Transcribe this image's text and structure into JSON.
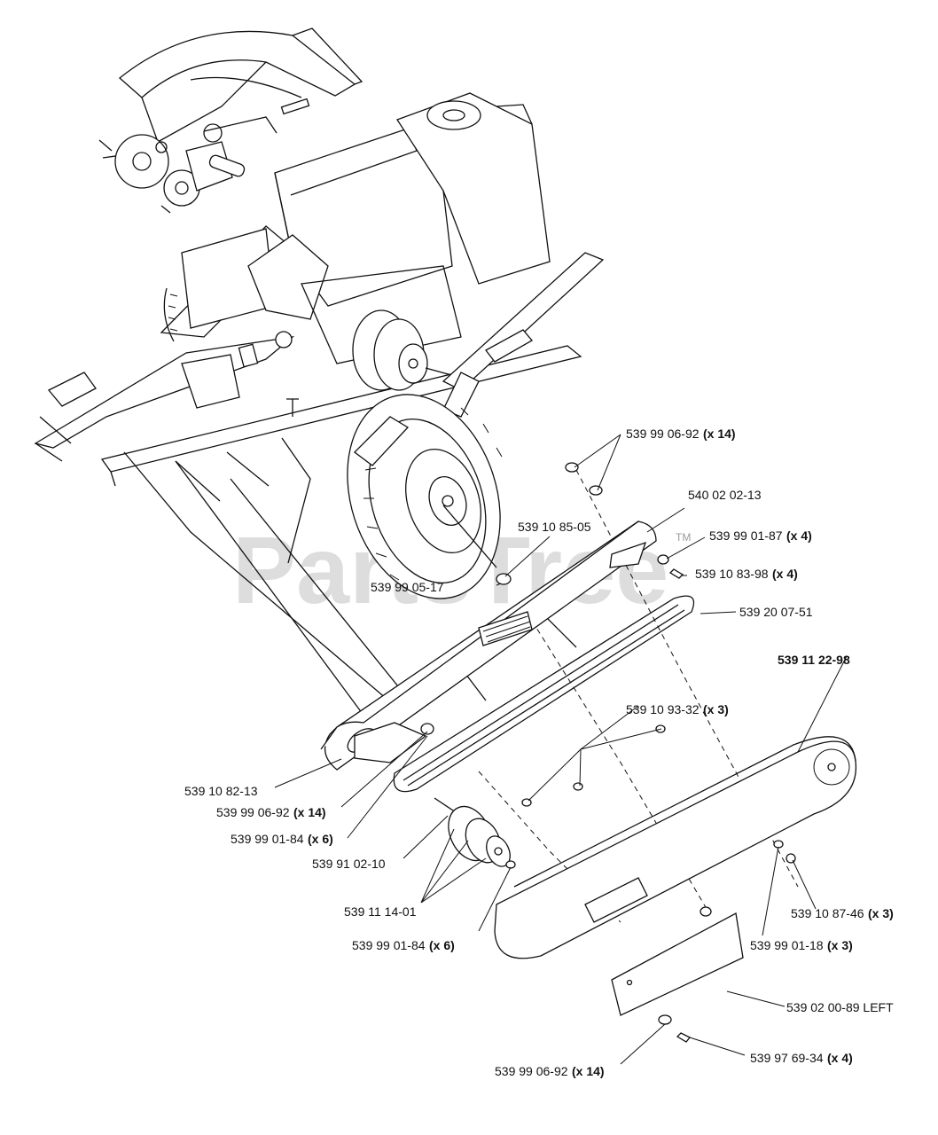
{
  "watermark": {
    "text": "PartsTree",
    "trademark": "TM"
  },
  "labels": [
    {
      "id": "l1",
      "part": "539 99 06-92",
      "qty": "(x 14)"
    },
    {
      "id": "l2",
      "part": "540 02 02-13",
      "qty": ""
    },
    {
      "id": "l3",
      "part": "539 99 01-87",
      "qty": "(x 4)"
    },
    {
      "id": "l4",
      "part": "539 10 85-05",
      "qty": ""
    },
    {
      "id": "l5",
      "part": "539 10 83-98",
      "qty": "(x 4)"
    },
    {
      "id": "l6",
      "part": "539 99 05-17",
      "qty": ""
    },
    {
      "id": "l7",
      "part": "539 20 07-51",
      "qty": ""
    },
    {
      "id": "l8",
      "part": "539 11 22-98",
      "qty": ""
    },
    {
      "id": "l9",
      "part": "539 10 93-32",
      "qty": "(x 3)"
    },
    {
      "id": "l10",
      "part": "539 10 82-13",
      "qty": ""
    },
    {
      "id": "l11",
      "part": "539 99 06-92",
      "qty": "(x 14)"
    },
    {
      "id": "l12",
      "part": "539 99 01-84",
      "qty": "(x 6)"
    },
    {
      "id": "l13",
      "part": "539 91 02-10",
      "qty": ""
    },
    {
      "id": "l14",
      "part": "539 11 14-01",
      "qty": ""
    },
    {
      "id": "l15",
      "part": "539 10 87-46",
      "qty": "(x 3)"
    },
    {
      "id": "l16",
      "part": "539 99 01-84",
      "qty": "(x 6)"
    },
    {
      "id": "l17",
      "part": "539 99 01-18",
      "qty": "(x 3)"
    },
    {
      "id": "l18",
      "part": "539 02 00-89 LEFT",
      "qty": ""
    },
    {
      "id": "l19",
      "part": "539 97 69-34",
      "qty": "(x 4)"
    },
    {
      "id": "l20",
      "part": "539 99 06-92",
      "qty": "(x 14)"
    }
  ]
}
